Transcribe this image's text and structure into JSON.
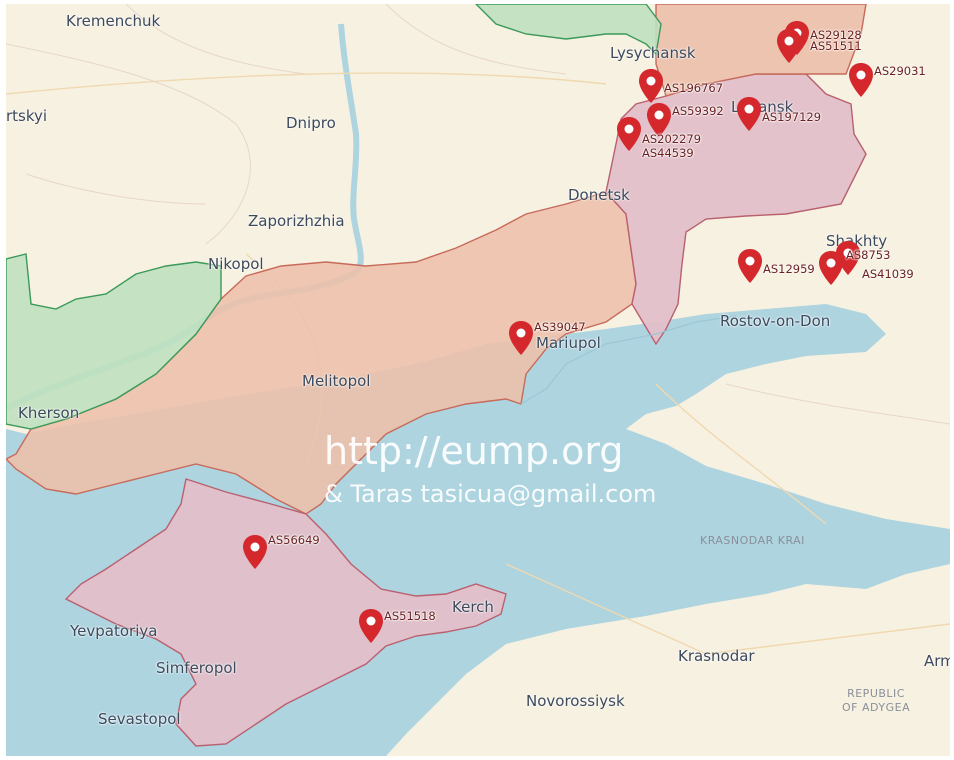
{
  "cities": {
    "kremenchuk": "Kremenchuk",
    "lysychansk": "Lysychansk",
    "oleksandrivsk_frag": "rtskyi",
    "dnipro": "Dnipro",
    "luhansk": "Luhansk",
    "donetsk": "Donetsk",
    "zaporizhzhia": "Zaporizhzhia",
    "shakhty": "Shakhty",
    "nikopol": "Nikopol",
    "rostov": "Rostov-on-Don",
    "mariupol": "Mariupol",
    "melitopol": "Melitopol",
    "kherson": "Kherson",
    "kerch": "Kerch",
    "yevpatoriya": "Yevpatoriya",
    "simferopol": "Simferopol",
    "sevastopol": "Sevastopol",
    "krasnodar": "Krasnodar",
    "novorossiysk": "Novorossiysk",
    "armavir_frag": "Arm"
  },
  "regions": {
    "krasnodar_krai": "KRASNODAR KRAI",
    "adygea_line1": "REPUBLIC",
    "adygea_line2": "OF ADYGEA"
  },
  "markers": {
    "as29128": "AS29128",
    "as51511": "AS51511",
    "as29031": "AS29031",
    "as196767": "AS196767",
    "as59392": "AS59392",
    "as197129": "AS197129",
    "as202279": "AS202279",
    "as44539": "AS44539",
    "as12959": "AS12959",
    "as8753": "AS8753",
    "as41039": "AS41039",
    "as39047": "AS39047",
    "as56649": "AS56649",
    "as51518": "AS51518"
  },
  "watermark": {
    "line1": "http://eump.org",
    "line2": "& Taras tasicua@gmail.com"
  },
  "colors": {
    "land": "#f7f1e1",
    "sea": "#aed4e0",
    "occupied_since_2014": "#e2bfc9",
    "occupied_2022": "#ecc1ac",
    "liberated": "#bfe0bf",
    "marker": "#d4282d"
  }
}
